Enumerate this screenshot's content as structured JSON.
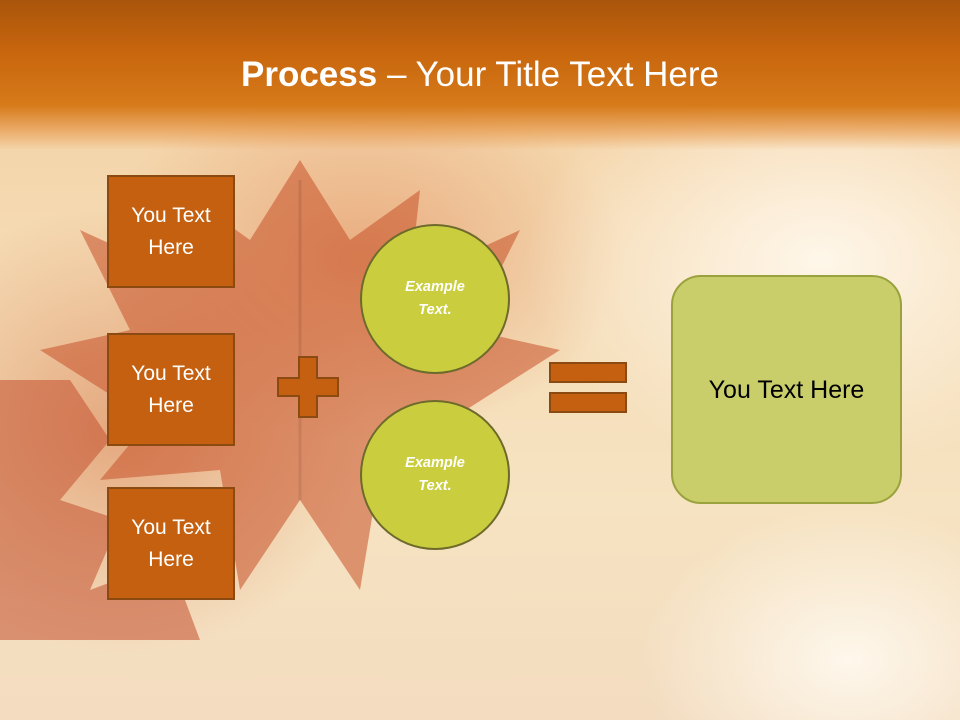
{
  "title": {
    "bold": "Process",
    "separator": " – ",
    "rest": "Your Title Text Here"
  },
  "boxes": [
    {
      "label": "You Text Here"
    },
    {
      "label": "You Text Here"
    },
    {
      "label": "You Text Here"
    }
  ],
  "circles": [
    {
      "label": "Example Text."
    },
    {
      "label": "Example Text."
    }
  ],
  "result": {
    "label": "You Text Here"
  },
  "colors": {
    "header": "#c8660d",
    "box_fill": "#c4600f",
    "circle_fill": "#c9cd3e",
    "result_fill": "#c9ce6b"
  }
}
